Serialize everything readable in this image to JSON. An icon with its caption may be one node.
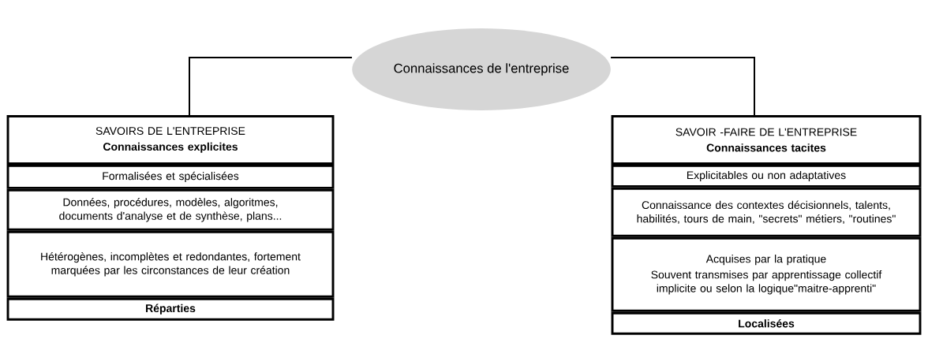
{
  "diagram": {
    "nodes": [
      {
        "text": [
          "Connaissances de l'entreprise"
        ]
      },
      {
        "text": [
          "SAVOIRS DE L'ENTREPRISE",
          "Connaissances explicites"
        ]
      },
      {
        "text": [
          "Formalisées et spécialisées"
        ]
      },
      {
        "text": [
          "Données, procédures, modèles, algoritmes, documents d'analyse et de synthèse, plans..."
        ]
      },
      {
        "text": [
          "Hétérogènes, incomplètes et redondantes, fortement marquées par les circonstances de leur création"
        ]
      },
      {
        "text": [
          "Réparties"
        ]
      },
      {
        "text": [
          "SAVOIR -FAIRE DE L'ENTREPRISE",
          "Connaissances tacites"
        ]
      },
      {
        "text": [
          "Explicitables ou non adaptatives"
        ]
      },
      {
        "text": [
          "Connaissance des contextes décisionnels, talents, habilités, tours de main, \"secrets\" métiers, \"routines\""
        ]
      },
      {
        "text": [
          "Acquises par la pratique",
          "Souvent transmises par apprentissage collectif implicite ou selon la logique\"maitre-apprenti\""
        ]
      },
      {
        "text": [
          "Localisées"
        ]
      }
    ],
    "edges": [
      {
        "from": 0,
        "to": 1,
        "arrow": "none"
      },
      {
        "from": 0,
        "to": 6,
        "arrow": "none"
      }
    ]
  }
}
